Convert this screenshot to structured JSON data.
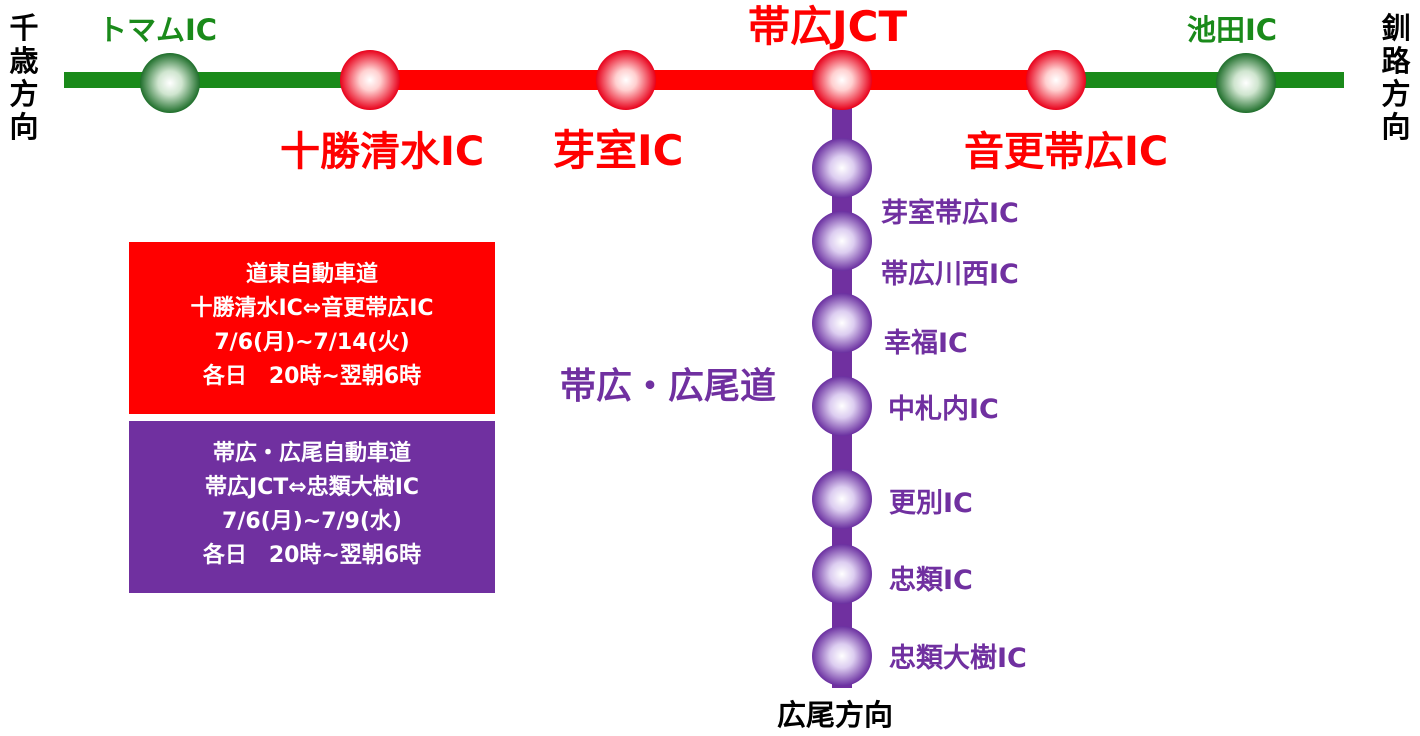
{
  "colors": {
    "route_red": "#ff0000",
    "route_green": "#1a8a1a",
    "route_purple": "#7030a0",
    "text_green": "#1a8a1a",
    "text_red": "#ff0000",
    "text_purple": "#7030a0"
  },
  "directions": {
    "west": [
      "千",
      "歳",
      "方",
      "向"
    ],
    "east": [
      "釧",
      "路",
      "方",
      "向"
    ],
    "south": "広尾方向"
  },
  "main_line": {
    "interchanges": [
      {
        "label": "トマムIC",
        "status": "open"
      },
      {
        "label": "十勝清水IC",
        "status": "closed"
      },
      {
        "label": "芽室IC",
        "status": "closed"
      },
      {
        "label": "帯広JCT",
        "status": "closed"
      },
      {
        "label": "音更帯広IC",
        "status": "closed"
      },
      {
        "label": "池田IC",
        "status": "open"
      }
    ]
  },
  "branch_line": {
    "name": "帯広・広尾道",
    "interchanges": [
      "芽室帯広IC",
      "帯広川西IC",
      "幸福IC",
      "中札内IC",
      "更別IC",
      "忠類IC",
      "忠類大樹IC"
    ]
  },
  "notices": [
    {
      "color": "#ff0000",
      "lines": [
        "道東自動車道",
        "十勝清水IC⇔音更帯広IC",
        "7/6(月)~7/14(火)",
        "各日　20時~翌朝6時"
      ]
    },
    {
      "color": "#7030a0",
      "lines": [
        "帯広・広尾自動車道",
        "帯広JCT⇔忠類大樹IC",
        "7/6(月)~7/9(水)",
        "各日　20時~翌朝6時"
      ]
    }
  ]
}
